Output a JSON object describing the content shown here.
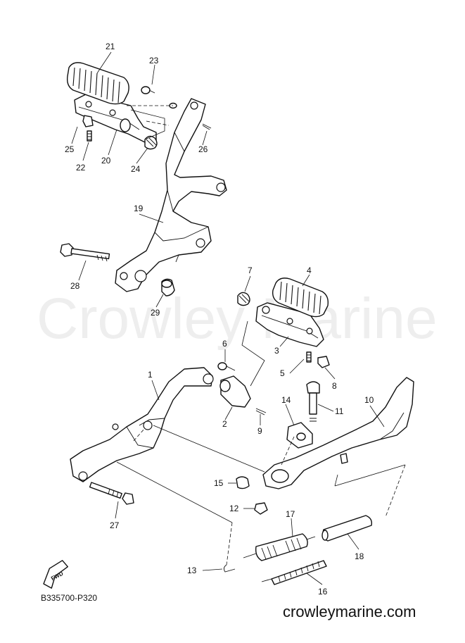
{
  "watermark": "Crowley Marine",
  "footer_url": "crowleymarine.com",
  "diagram_code": "B335700-P320",
  "fwd_label": "FWD",
  "callouts": [
    {
      "id": "c1",
      "text": "1"
    },
    {
      "id": "c2",
      "text": "2"
    },
    {
      "id": "c3",
      "text": "3"
    },
    {
      "id": "c4",
      "text": "4"
    },
    {
      "id": "c5",
      "text": "5"
    },
    {
      "id": "c6",
      "text": "6"
    },
    {
      "id": "c7",
      "text": "7"
    },
    {
      "id": "c8",
      "text": "8"
    },
    {
      "id": "c9",
      "text": "9"
    },
    {
      "id": "c10",
      "text": "10"
    },
    {
      "id": "c11",
      "text": "11"
    },
    {
      "id": "c12",
      "text": "12"
    },
    {
      "id": "c13",
      "text": "13"
    },
    {
      "id": "c14",
      "text": "14"
    },
    {
      "id": "c15",
      "text": "15"
    },
    {
      "id": "c16",
      "text": "16"
    },
    {
      "id": "c17",
      "text": "17"
    },
    {
      "id": "c18",
      "text": "18"
    },
    {
      "id": "c19",
      "text": "19"
    },
    {
      "id": "c20",
      "text": "20"
    },
    {
      "id": "c21",
      "text": "21"
    },
    {
      "id": "c22",
      "text": "22"
    },
    {
      "id": "c23",
      "text": "23"
    },
    {
      "id": "c24",
      "text": "24"
    },
    {
      "id": "c25",
      "text": "25"
    },
    {
      "id": "c26",
      "text": "26"
    },
    {
      "id": "c27",
      "text": "27"
    },
    {
      "id": "c28",
      "text": "28"
    },
    {
      "id": "c29",
      "text": "29"
    }
  ]
}
